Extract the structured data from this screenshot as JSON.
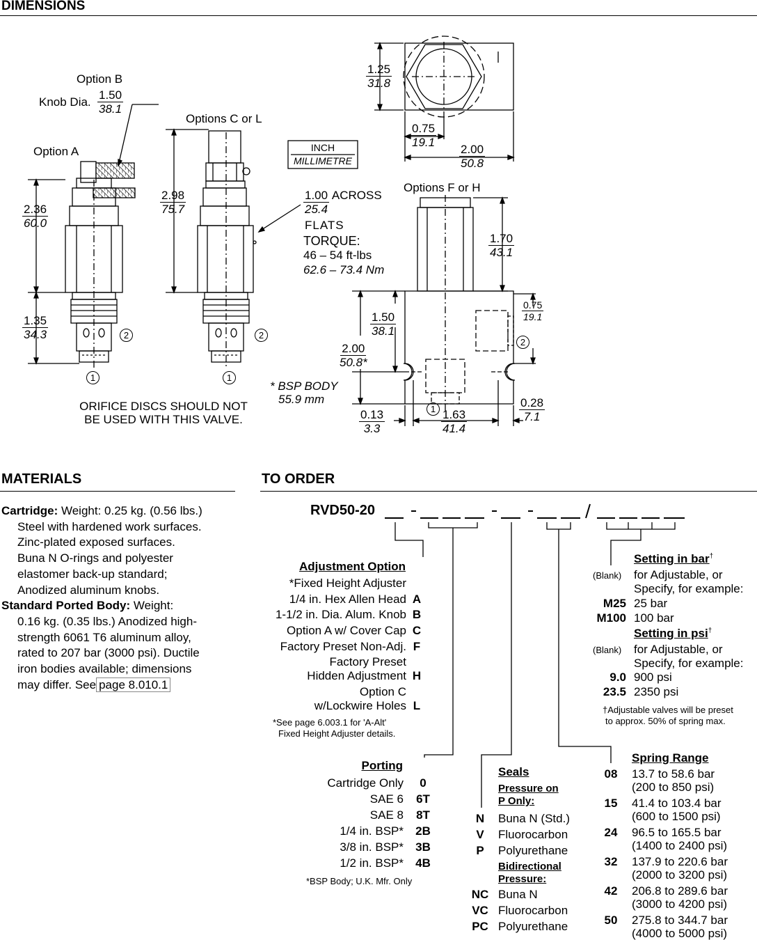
{
  "dimensions": {
    "title": "DIMENSIONS",
    "option_b": "Option B",
    "knob_dia": "Knob Dia.",
    "knob_in": "1.50",
    "knob_mm": "38.1",
    "option_a": "Option A",
    "options_cl": "Options C or L",
    "d236_in": "2.36",
    "d236_mm": "60.0",
    "d298_in": "2.98",
    "d298_mm": "75.7",
    "d135_in": "1.35",
    "d135_mm": "34.3",
    "unit_inch": "INCH",
    "unit_mm": "MILLIMETRE",
    "flats_in": "1.00",
    "flats_mm": "25.4",
    "across": "ACROSS",
    "flats": "FLATS",
    "torque": "TORQUE:",
    "torque_ft": "46 – 54 ft-lbs",
    "torque_nm": "62.6 – 73.4 Nm",
    "port1": "1",
    "port2": "2",
    "orifice_1": "ORIFICE DISCS SHOULD NOT",
    "orifice_2": "BE USED WITH THIS VALVE.",
    "bsp_body": "* BSP BODY",
    "bsp_mm": "55.9 mm",
    "d125_in": "1.25",
    "d125_mm": "31.8",
    "d075_in": "0.75",
    "d075_mm": "19.1",
    "d200_in": "2.00",
    "d200_mm": "50.8",
    "options_fh": "Options F or H",
    "d170_in": "1.70",
    "d170_mm": "43.1",
    "d150_in": "1.50",
    "d150_mm": "38.1",
    "d200b_in": "2.00",
    "d200b_mm": "50.8*",
    "d075b_in": "0.75",
    "d075b_mm": "19.1",
    "d013_in": "0.13",
    "d013_mm": "3.3",
    "d163_in": "1.63",
    "d163_mm": "41.4",
    "d028_in": "0.28",
    "d028_mm": "7.1"
  },
  "materials": {
    "title": "MATERIALS",
    "cartridge_label": "Cartridge:",
    "cartridge_lines": [
      "Weight: 0.25 kg. (0.56 lbs.)",
      "Steel with hardened work surfaces.",
      "Zinc-plated exposed surfaces.",
      "Buna N O-rings and polyester",
      "elastomer back-up standard;",
      "Anodized aluminum knobs."
    ],
    "body_label": "Standard Ported Body:",
    "body_lines": [
      "Weight:",
      "0.16 kg. (0.35 lbs.) Anodized high-",
      "strength 6061 T6 aluminum alloy,",
      "rated to 207 bar (3000 psi). Ductile",
      "iron bodies available; dimensions",
      "may differ. See"
    ],
    "page_link": "page 8.010.1"
  },
  "to_order": {
    "title": "TO ORDER",
    "model": "RVD50-20",
    "adjustment": {
      "title": "Adjustment Option",
      "rows": [
        {
          "label": "*Fixed Height Adjuster",
          "code": ""
        },
        {
          "label": "1/4 in. Hex Allen Head",
          "code": "A"
        },
        {
          "label": "1-1/2 in. Dia. Alum. Knob",
          "code": "B"
        },
        {
          "label": "Option A w/ Cover Cap",
          "code": "C"
        },
        {
          "label": "Factory Preset Non-Adj.",
          "code": "F"
        },
        {
          "label": "Factory Preset",
          "code": ""
        },
        {
          "label": "Hidden Adjustment",
          "code": "H"
        },
        {
          "label": "Option C",
          "code": ""
        },
        {
          "label": "w/Lockwire Holes",
          "code": "L"
        }
      ],
      "note1": "*See page 6.003.1 for 'A-Alt'",
      "note2": "Fixed Height Adjuster details."
    },
    "porting": {
      "title": "Porting",
      "rows": [
        {
          "label": "Cartridge Only",
          "code": "0"
        },
        {
          "label": "SAE 6",
          "code": "6T"
        },
        {
          "label": "SAE 8",
          "code": "8T"
        },
        {
          "label": "1/4 in. BSP*",
          "code": "2B"
        },
        {
          "label": "3/8 in. BSP*",
          "code": "3B"
        },
        {
          "label": "1/2 in. BSP*",
          "code": "4B"
        }
      ],
      "note": "*BSP Body; U.K. Mfr. Only"
    },
    "seals": {
      "title": "Seals",
      "p_only_1": "Pressure on",
      "p_only_2": "P Only:",
      "rows_p": [
        {
          "code": "N",
          "label": "Buna N (Std.)"
        },
        {
          "code": "V",
          "label": "Fluorocarbon"
        },
        {
          "code": "P",
          "label": "Polyurethane"
        }
      ],
      "bi_1": "Bidirectional",
      "bi_2": "Pressure:",
      "rows_bi": [
        {
          "code": "NC",
          "label": "Buna N"
        },
        {
          "code": "VC",
          "label": "Fluorocarbon"
        },
        {
          "code": "PC",
          "label": "Polyurethane"
        }
      ]
    },
    "setting_bar": {
      "title": "Setting in bar",
      "dagger": "†",
      "blank": "(Blank)",
      "blank_text1": "for Adjustable, or",
      "blank_text2": "Specify, for example:",
      "rows": [
        {
          "code": "M25",
          "label": "25 bar"
        },
        {
          "code": "M100",
          "label": "100 bar"
        }
      ]
    },
    "setting_psi": {
      "title": "Setting in psi",
      "dagger": "†",
      "blank": "(Blank)",
      "blank_text1": "for Adjustable, or",
      "blank_text2": "Specify, for example:",
      "rows": [
        {
          "code": "9.0",
          "label": "900 psi"
        },
        {
          "code": "23.5",
          "label": "2350 psi"
        }
      ],
      "note1": "†Adjustable valves will be preset",
      "note2": "to approx. 50% of spring max."
    },
    "spring": {
      "title": "Spring Range",
      "rows": [
        {
          "code": "08",
          "bar": "13.7 to 58.6 bar",
          "psi": "(200 to 850 psi)"
        },
        {
          "code": "15",
          "bar": "41.4 to 103.4 bar",
          "psi": "(600 to 1500 psi)"
        },
        {
          "code": "24",
          "bar": "96.5 to 165.5 bar",
          "psi": "(1400 to 2400 psi)"
        },
        {
          "code": "32",
          "bar": "137.9 to 220.6 bar",
          "psi": "(2000 to 3200 psi)"
        },
        {
          "code": "42",
          "bar": "206.8 to 289.6 bar",
          "psi": "(3000 to 4200 psi)"
        },
        {
          "code": "50",
          "bar": "275.8 to 344.7 bar",
          "psi": "(4000 to 5000 psi)"
        }
      ]
    }
  }
}
